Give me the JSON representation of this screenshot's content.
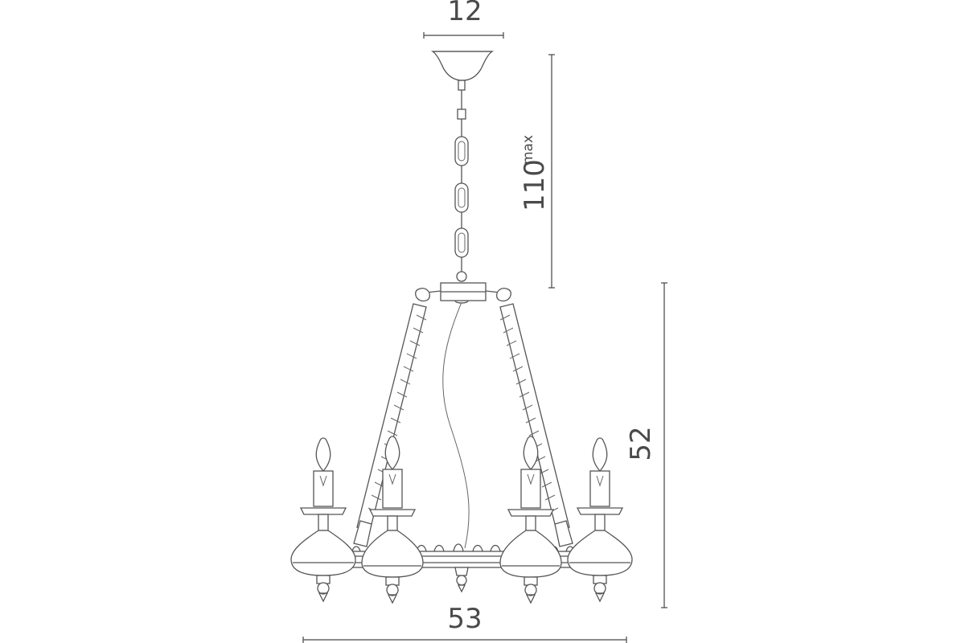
{
  "dimensions": {
    "top_width": "12",
    "chain_length": "110",
    "chain_length_suffix": "max",
    "body_height": "52",
    "body_width": "53"
  },
  "colors": {
    "line": "#555555",
    "text": "#4a4a4a",
    "background": "#ffffff"
  }
}
